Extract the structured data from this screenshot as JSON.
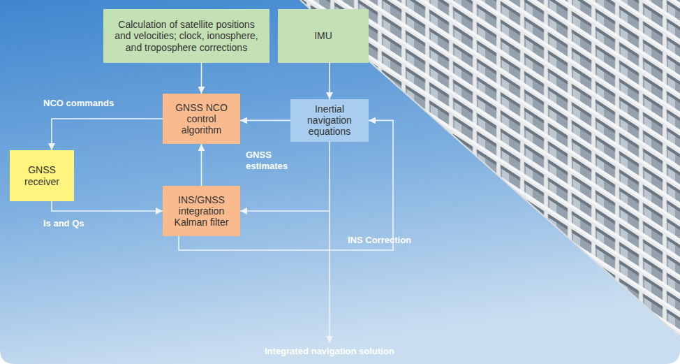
{
  "diagram": {
    "nodes": [
      {
        "text": [
          "Calculation of satellite positions and velocities; clock, ionosphere, and troposphere corrections"
        ]
      },
      {
        "text": [
          "IMU"
        ]
      },
      {
        "text": [
          "GNSS NCO control algorithm"
        ]
      },
      {
        "text": [
          "Inertial navigation equations"
        ]
      },
      {
        "text": [
          "GNSS receiver"
        ]
      },
      {
        "text": [
          "INS/GNSS integration Kalman filter"
        ]
      }
    ],
    "edges": [
      {
        "from": 0,
        "to": 2,
        "arrow": "to"
      },
      {
        "from": 1,
        "to": 3,
        "arrow": "to"
      },
      {
        "from": 3,
        "to": 2,
        "arrow": "to"
      },
      {
        "from": 2,
        "to": 4,
        "label": "NCO commands",
        "arrow": "to"
      },
      {
        "from": 4,
        "to": 5,
        "label": "Is and Qs",
        "arrow": "to"
      },
      {
        "from": 5,
        "to": 2,
        "label": "GNSS estimates",
        "arrow": "to"
      },
      {
        "from": 3,
        "to": 5,
        "arrow": "to"
      },
      {
        "from": 5,
        "to": 3,
        "label": "INS Correction",
        "arrow": "to"
      }
    ],
    "labels": [
      "Integrated navigation solution"
    ]
  }
}
